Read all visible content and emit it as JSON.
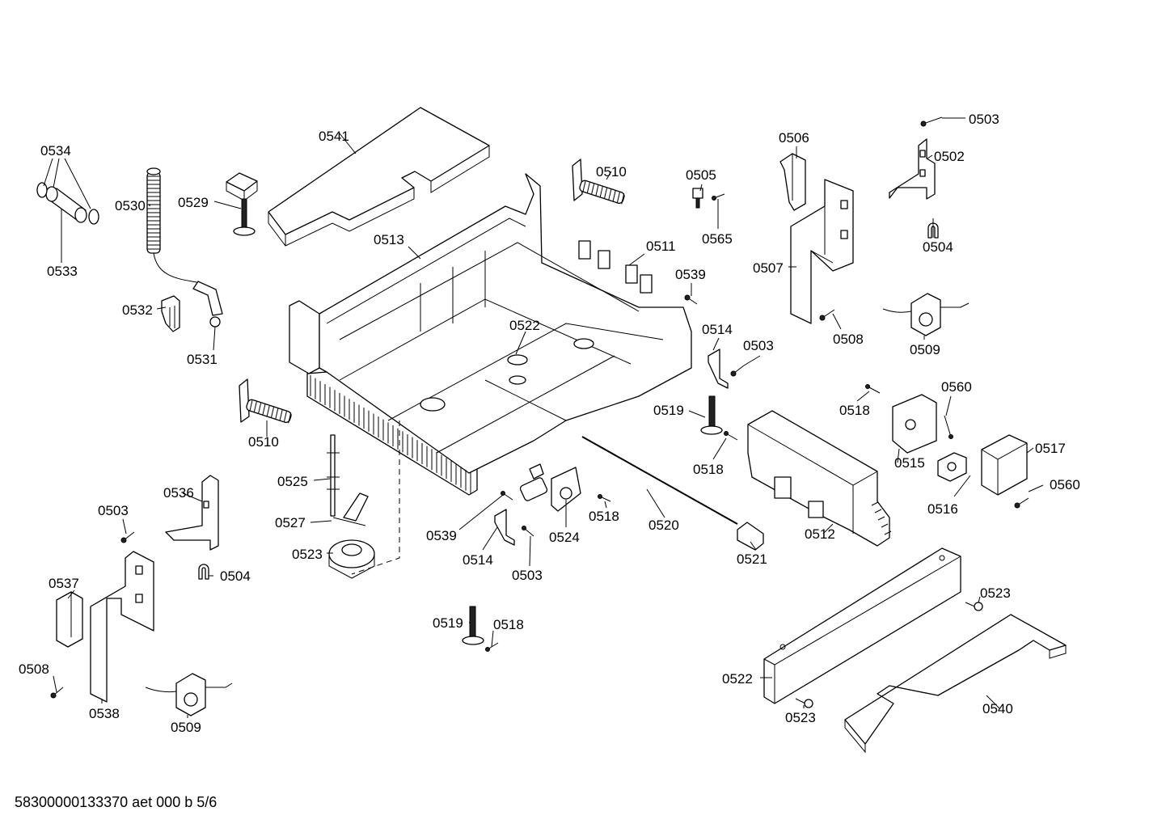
{
  "drawing_number": "58300000133370 aet 000 b 5/6",
  "labels": {
    "l0541": "0541",
    "l0534": "0534",
    "l0530": "0530",
    "l0529": "0529",
    "l0533": "0533",
    "l0532": "0532",
    "l0531": "0531",
    "l0510a": "0510",
    "l0510b": "0510",
    "l0513": "0513",
    "l0522a": "0522",
    "l0511": "0511",
    "l0505": "0505",
    "l0565": "0565",
    "l0539a": "0539",
    "l0506": "0506",
    "l0503a": "0503",
    "l0502": "0502",
    "l0504a": "0504",
    "l0507": "0507",
    "l0508a": "0508",
    "l0509a": "0509",
    "l0514a": "0514",
    "l0503b": "0503",
    "l0518a": "0518",
    "l0560a": "0560",
    "l0519a": "0519",
    "l0518b": "0518",
    "l0515": "0515",
    "l0517": "0517",
    "l0560b": "0560",
    "l0516": "0516",
    "l0525": "0525",
    "l0536": "0536",
    "l0503c": "0503",
    "l0527": "0527",
    "l0523a": "0523",
    "l0504b": "0504",
    "l0539b": "0539",
    "l0524": "0524",
    "l0518c": "0518",
    "l0520": "0520",
    "l0512": "0512",
    "l0514b": "0514",
    "l0503d": "0503",
    "l0521": "0521",
    "l0537": "0537",
    "l0523b": "0523",
    "l0519b": "0519",
    "l0518d": "0518",
    "l0508b": "0508",
    "l0538": "0538",
    "l0509b": "0509",
    "l0522b": "0522",
    "l0523c": "0523",
    "l0540": "0540"
  }
}
